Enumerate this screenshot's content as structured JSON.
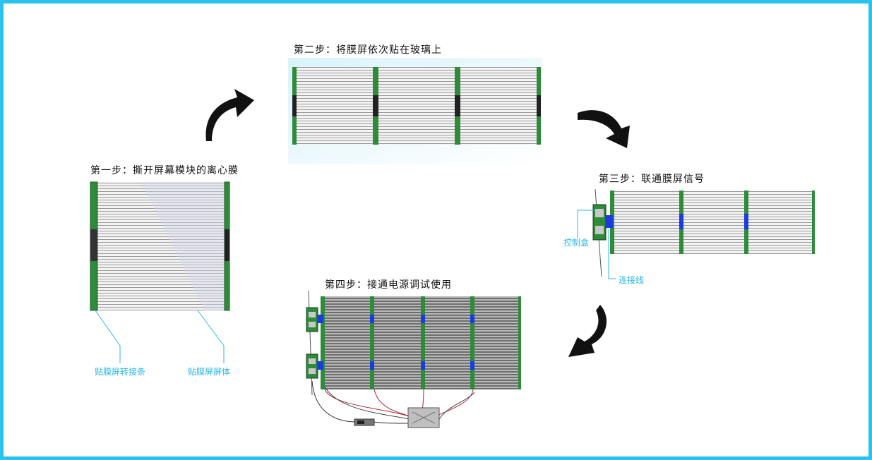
{
  "colors": {
    "border": "#29c3ee",
    "callout": "#29b6e8",
    "connector_green": "#2e8b3a",
    "connector_blue": "#1a3be0",
    "arrow": "#111111"
  },
  "steps": {
    "step1": {
      "title": "第一步：撕开屏幕模块的离心膜",
      "callout_left": "贴膜屏转接条",
      "callout_right": "贴膜屏屏体"
    },
    "step2": {
      "title": "第二步：将膜屏依次贴在玻璃上"
    },
    "step3": {
      "title": "第三步：联通膜屏信号",
      "callout_box": "控制盒",
      "callout_cable": "连接线"
    },
    "step4": {
      "title": "第四步：接通电源调试使用"
    }
  },
  "icons": [
    "curved-arrow-icon",
    "curved-arrow-icon",
    "curved-arrow-icon"
  ]
}
